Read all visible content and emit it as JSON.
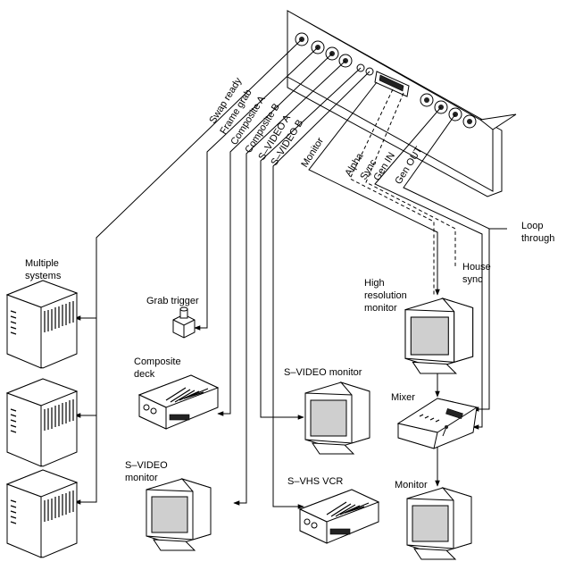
{
  "connector_labels": {
    "swap_ready": "Swap ready",
    "frame_grab": "Frame grab",
    "composite_a": "Composite A",
    "composite_b": "Composite B",
    "svideo_a": "S–VIDEO A",
    "svideo_b": "S–VIDEO B",
    "monitor": "Monitor",
    "alpha": "Alpha",
    "sync": "Sync",
    "gen_in": "Gen IN",
    "gen_out": "Gen OUT"
  },
  "device_labels": {
    "loop_through_1": "Loop",
    "loop_through_2": "through",
    "multiple_systems_1": "Multiple",
    "multiple_systems_2": "systems",
    "grab_trigger": "Grab trigger",
    "composite_deck_1": "Composite",
    "composite_deck_2": "deck",
    "house_sync_1": "House",
    "house_sync_2": "sync",
    "hires_monitor_1": "High",
    "hires_monitor_2": "resolution",
    "hires_monitor_3": "monitor",
    "svideo_monitor_top": "S–VIDEO monitor",
    "mixer": "Mixer",
    "svideo_monitor_bottom_1": "S–VIDEO",
    "svideo_monitor_bottom_2": "monitor",
    "svhs_vcr": "S–VHS VCR",
    "monitor_bottom": "Monitor"
  }
}
